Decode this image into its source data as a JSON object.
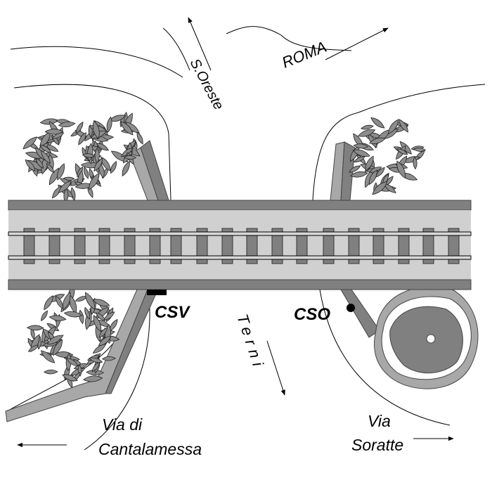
{
  "labels": {
    "s_oreste": "S.Oreste",
    "roma": "ROMA",
    "terni": "Terni",
    "csv": "CSV",
    "cso": "CSO",
    "via_cantalamessa_line1": "Via di",
    "via_cantalamessa_line2": "Cantalamessa",
    "via_soratte_line1": "Via",
    "via_soratte_line2": "Soratte"
  },
  "colors": {
    "band_dark": "#808080",
    "band_light": "#d0d0d0",
    "leaf": "#8c8c8c",
    "road": "#a8a8a8",
    "marker": "#000000"
  }
}
